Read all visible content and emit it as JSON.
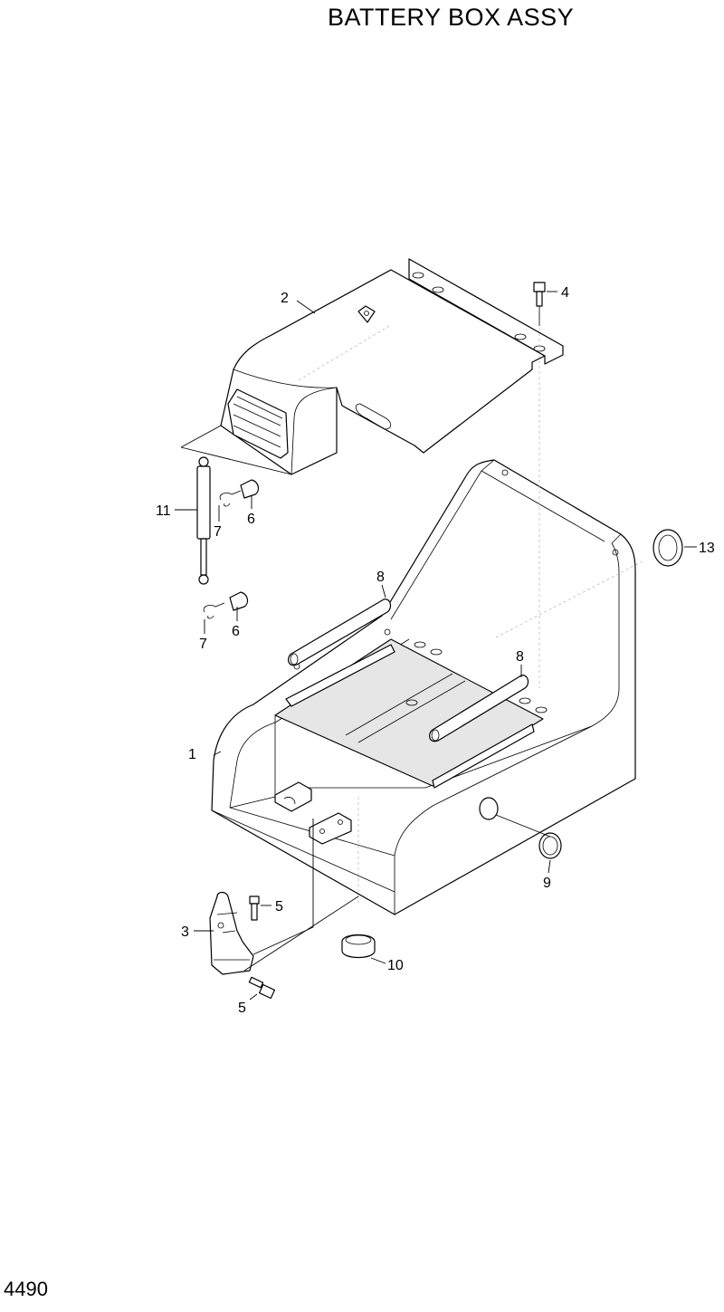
{
  "title": "BATTERY BOX ASSY",
  "page_number": "4490",
  "callouts": {
    "c1": "1",
    "c2": "2",
    "c3": "3",
    "c4": "4",
    "c5a": "5",
    "c5b": "5",
    "c6a": "6",
    "c6b": "6",
    "c7a": "7",
    "c7b": "7",
    "c8a": "8",
    "c8b": "8",
    "c9": "9",
    "c10": "10",
    "c11": "11",
    "c13": "13"
  }
}
